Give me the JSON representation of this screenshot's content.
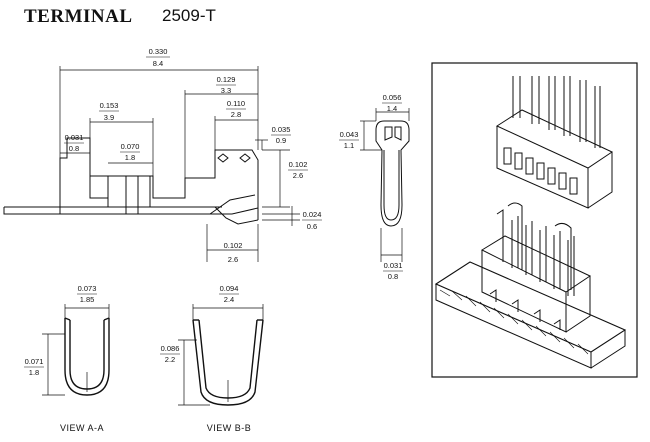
{
  "header": {
    "title": "TERMINAL",
    "part_number": "2509-T"
  },
  "side_view": {
    "overall_length": {
      "inch": "0.330",
      "mm": "8.4"
    },
    "rear_to_tab": {
      "inch": "0.129",
      "mm": "3.3"
    },
    "crimp_length": {
      "inch": "0.153",
      "mm": "3.9"
    },
    "contact_length": {
      "inch": "0.110",
      "mm": "2.8"
    },
    "wire_barrel": {
      "inch": "0.031",
      "mm": "0.8"
    },
    "insulation_barrel": {
      "inch": "0.070",
      "mm": "1.8"
    },
    "tab_height": {
      "inch": "0.035",
      "mm": "0.9"
    },
    "body_height": {
      "inch": "0.102",
      "mm": "2.6"
    },
    "lance_height": {
      "inch": "0.024",
      "mm": "0.6"
    },
    "bottom_width": {
      "inch": "0.102",
      "mm": "2.6"
    }
  },
  "front_view": {
    "top_width": {
      "inch": "0.056",
      "mm": "1.4"
    },
    "head_height": {
      "inch": "0.043",
      "mm": "1.1"
    },
    "tip_width": {
      "inch": "0.031",
      "mm": "0.8"
    }
  },
  "section_a": {
    "label": "VIEW  A-A",
    "width": {
      "inch": "0.073",
      "mm": "1.85"
    },
    "height": {
      "inch": "0.071",
      "mm": "1.8"
    }
  },
  "section_b": {
    "label": "VIEW  B-B",
    "width": {
      "inch": "0.094",
      "mm": "2.4"
    },
    "height": {
      "inch": "0.086",
      "mm": "2.2"
    }
  }
}
